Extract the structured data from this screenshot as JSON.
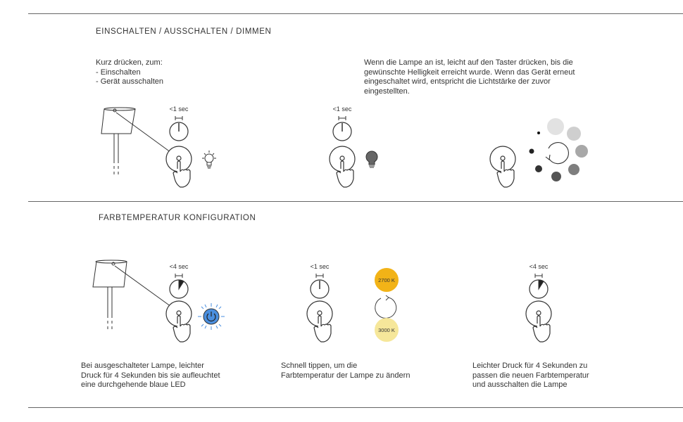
{
  "section1": {
    "title": "EINSCHALTEN / AUSSCHALTEN / DIMMEN",
    "left_text": {
      "intro": "Kurz drücken, zum:",
      "item1": "- Einschalten",
      "item2": "- Gerät ausschalten"
    },
    "right_text": {
      "line1": "Wenn die Lampe an ist, leicht auf den Taster drücken, bis die",
      "line2": "gewünschte Helligkeit erreicht wurde. Wenn das Gerät erneut",
      "line3": "eingeschaltet wird, entspricht die Lichtstärke der zuvor",
      "line4": "eingestellten."
    },
    "timer1": "<1 sec",
    "timer2": "<1 sec"
  },
  "section2": {
    "title": "FARBTEMPERATUR KONFIGURATION",
    "timer1": "<4 sec",
    "timer2": "<1 sec",
    "timer3": "<4 sec",
    "temp_warm": "2700 K",
    "temp_cool": "3000 K",
    "temp_warm_color": "#f2b317",
    "temp_cool_color": "#f6e79a",
    "led_color": "#4a8fe0",
    "caption1": {
      "line1": "Bei ausgeschalteter Lampe, leichter",
      "line2": "Druck für 4 Sekunden bis sie aufleuchtet",
      "line3": "eine durchgehende blaue LED"
    },
    "caption2": {
      "line1": "Schnell tippen, um die",
      "line2": "Farbtemperatur der Lampe zu ändern"
    },
    "caption3": {
      "line1": "Leichter Druck für 4 Sekunden zu",
      "line2": "passen die neuen Farbtemperatur",
      "line3": "und ausschalten die Lampe"
    }
  }
}
